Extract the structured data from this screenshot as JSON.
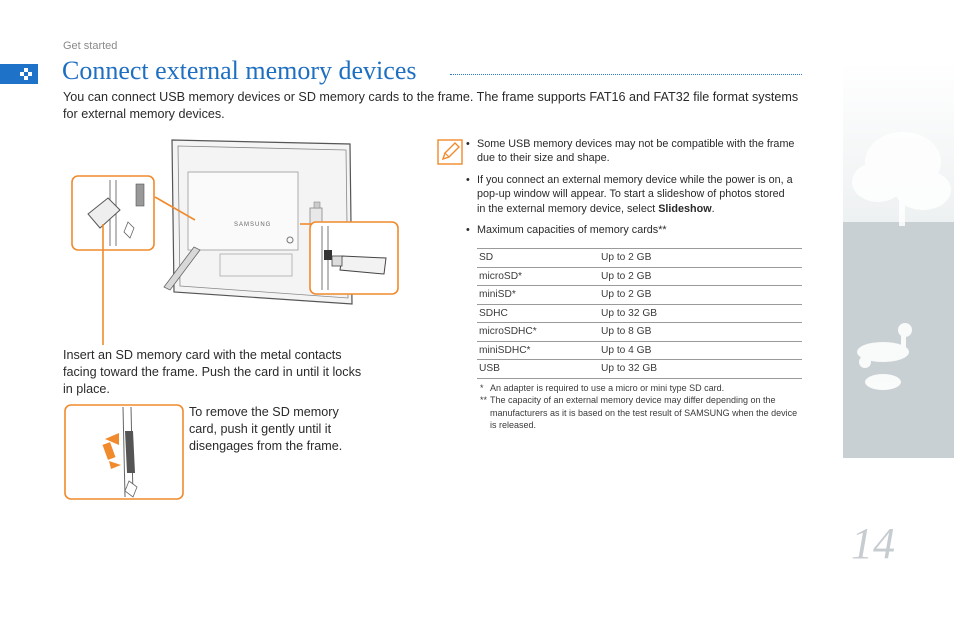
{
  "header": {
    "breadcrumb": "Get started",
    "title": "Connect external memory devices"
  },
  "intro": "You can connect USB memory devices or SD memory cards to the frame. The frame supports FAT16 and FAT32 file format systems for external memory devices.",
  "illustration": {
    "frame_brand": "SAMSUNG"
  },
  "caption_insert": "Insert an SD memory card with the metal contacts facing toward the frame. Push the card in until it locks in place.",
  "caption_remove": "To remove the SD memory card, push it gently until it disengages from the frame.",
  "notes": {
    "icon": "note-pencil-icon",
    "item1": "Some USB memory devices may not be compatible with the frame due to their size and shape.",
    "item2_text": "If you connect an external memory device while the power is on, a pop-up window will appear. To start a slideshow of photos stored in the external memory device, select ",
    "item2_bold": "Slideshow",
    "item2_end": ".",
    "item3": "Maximum capacities of memory cards**"
  },
  "capacity_table": [
    {
      "device": "SD",
      "capacity": "Up to 2 GB"
    },
    {
      "device": "microSD*",
      "capacity": "Up to 2 GB"
    },
    {
      "device": "miniSD*",
      "capacity": "Up to 2 GB"
    },
    {
      "device": "SDHC",
      "capacity": "Up to 32 GB"
    },
    {
      "device": "microSDHC*",
      "capacity": "Up to 8 GB"
    },
    {
      "device": "miniSDHC*",
      "capacity": "Up to 4 GB"
    },
    {
      "device": "USB",
      "capacity": "Up to 32 GB"
    }
  ],
  "footnotes": {
    "fn1_mark": "*",
    "fn1": "An adapter is required to use a micro or mini type SD card.",
    "fn2_mark": "**",
    "fn2": "The capacity of an external memory device may differ depending on the manufacturers as it is based on the test result of SAMSUNG when the device is released."
  },
  "page_number": "14",
  "colors": {
    "accent": "#1e6fc2",
    "callout": "#f08a2c",
    "side_panel": "#c9d0d4"
  }
}
